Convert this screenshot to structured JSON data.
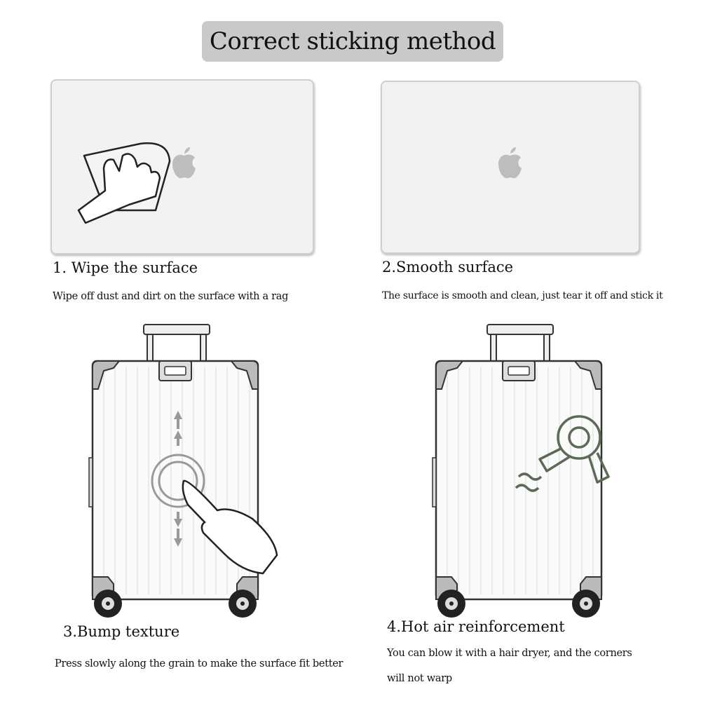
{
  "title": "Correct sticking method",
  "steps": [
    {
      "title": "1. Wipe the surface",
      "desc": "Wipe off dust and dirt on the surface with a rag",
      "icon": "hand-wipe-icon"
    },
    {
      "title": "2.Smooth surface",
      "desc": "The surface is smooth and clean, just tear it off and stick it",
      "icon": "apple-logo-icon"
    },
    {
      "title": "3.Bump texture",
      "desc": "Press slowly along the grain to make the surface fit better",
      "icon": "finger-press-icon"
    },
    {
      "title": "4.Hot air reinforcement",
      "desc_lines": [
        "You can blow it with a hair dryer, and the corners",
        "will not warp"
      ],
      "icon": "hair-dryer-icon"
    }
  ]
}
